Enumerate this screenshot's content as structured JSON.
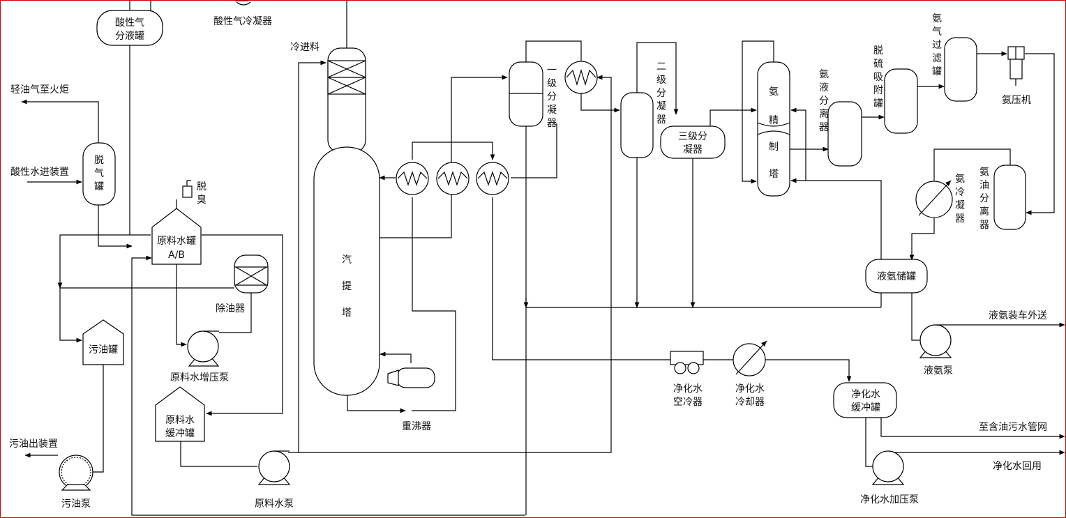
{
  "labels": {
    "acid_gas_knockout": [
      "酸性气",
      "分液罐"
    ],
    "acid_gas_condenser": "酸性气冷凝器",
    "cold_feed": "冷进料",
    "light_oil_to_flare": "轻油气至火炬",
    "sour_water_in": "酸性水进装置",
    "degas_tank": [
      "脱",
      "气",
      "罐"
    ],
    "deodorize": [
      "脱",
      "臭"
    ],
    "raw_water_tank": [
      "原料水罐",
      "A/B"
    ],
    "oil_remover": "除油器",
    "slop_oil_tank": "污油罐",
    "raw_water_booster_pump": "原料水增压泵",
    "raw_water_buffer_tank": [
      "原料水",
      "缓冲罐"
    ],
    "slop_oil_out": "污油出装置",
    "slop_oil_pump": "污油泵",
    "raw_water_pump": "原料水泵",
    "stripper": [
      "汽",
      "提",
      "塔"
    ],
    "reboiler": "重沸器",
    "first_condenser": [
      "一",
      "级",
      "分",
      "凝",
      "器"
    ],
    "second_condenser": [
      "二",
      "级",
      "分",
      "凝",
      "器"
    ],
    "third_condenser": [
      "三级分",
      "凝器"
    ],
    "ammonia_refining_tower": [
      "氨",
      "精",
      "制",
      "塔"
    ],
    "ammonia_liquid_separator": [
      "氨",
      "液",
      "分",
      "离",
      "器"
    ],
    "desulfur_adsorber": [
      "脱",
      "硫",
      "吸",
      "附",
      "罐"
    ],
    "ammonia_filter": [
      "氨",
      "气",
      "过",
      "滤",
      "罐"
    ],
    "ammonia_compressor": "氨压机",
    "ammonia_condenser": [
      "氨",
      "冷",
      "凝",
      "器"
    ],
    "ammonia_oil_separator": [
      "氨",
      "油",
      "分",
      "离",
      "器"
    ],
    "liquid_ammonia_storage": "液氨储罐",
    "liquid_ammonia_shipping": "液氨装车外送",
    "liquid_ammonia_pump": "液氨泵",
    "purified_water_air_cooler": [
      "净化水",
      "空冷器"
    ],
    "purified_water_cooler": [
      "净化水",
      "冷却器"
    ],
    "purified_water_buffer": [
      "净化水",
      "缓冲罐"
    ],
    "to_oily_sewer": "至含油污水管网",
    "purified_water_reuse": "净化水回用",
    "purified_water_booster_pump": "净化水加压泵"
  }
}
